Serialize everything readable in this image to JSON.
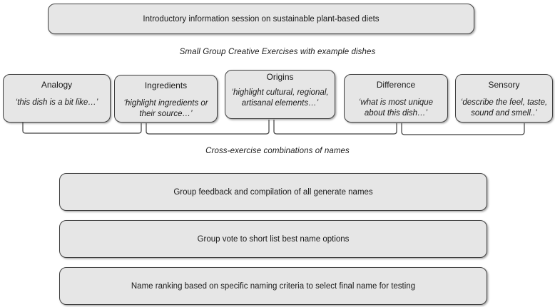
{
  "diagram": {
    "top_box": {
      "label": "Introductory information session on sustainable plant-based diets"
    },
    "section_labels": {
      "exercises": "Small Group Creative Exercises with example dishes",
      "combinations": "Cross-exercise combinations of names"
    },
    "exercise_boxes": [
      {
        "title": "Analogy",
        "quote": "‘this dish is a bit like…’"
      },
      {
        "title": "Ingredients",
        "quote": "‘highlight ingredients or their source…’"
      },
      {
        "title": "Origins",
        "quote": "‘highlight cultural, regional, artisanal elements…’"
      },
      {
        "title": "Difference",
        "quote": "‘what is most unique about this dish…’"
      },
      {
        "title": "Sensory",
        "quote": "‘describe the feel, taste, sound and smell..’"
      }
    ],
    "process_boxes": [
      "Group feedback and compilation of all generate names",
      "Group vote to short list best name options",
      "Name ranking based on specific naming criteria to select final name for testing"
    ],
    "colors": {
      "box_fill": "#e6e6e6",
      "box_border": "#404040",
      "text": "#1a1a1a"
    }
  }
}
